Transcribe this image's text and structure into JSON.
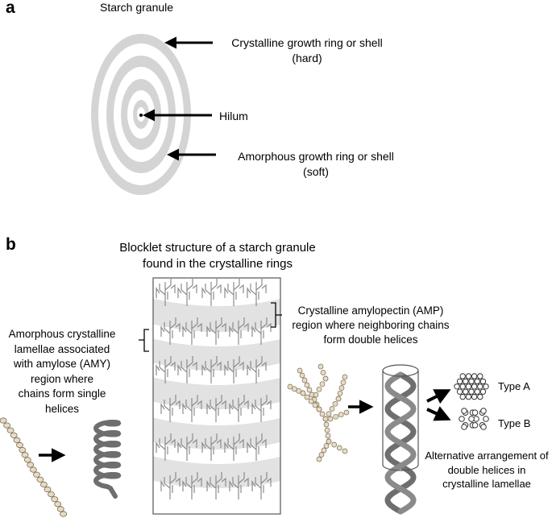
{
  "panel_a": {
    "letter": "a",
    "title": "Starch granule",
    "labels": {
      "crystalline_ring": [
        "Crystalline growth ring or shell",
        "(hard)"
      ],
      "hilum": "Hilum",
      "amorphous_ring": [
        "Amorphous growth ring or shell",
        "(soft)"
      ]
    }
  },
  "panel_b": {
    "letter": "b",
    "title": [
      "Blocklet structure of a starch granule",
      "found in the crystalline rings"
    ],
    "amp_label": [
      "Crystalline amylopectin (AMP)",
      "region where neighboring chains",
      "form double helices"
    ],
    "amy_label": [
      "Amorphous crystalline",
      "lamellae associated",
      "with amylose (AMY)",
      "region where",
      "chains form single",
      "helices"
    ],
    "type_a": "Type A",
    "type_b": "Type B",
    "arrangement_label": [
      "Alternative arrangement of",
      "double helices in",
      "crystalline lamellae"
    ]
  },
  "colors": {
    "ring": "#d4d4d4",
    "band": "#e2e2e2",
    "bead": "#e6dcc6",
    "helix": "#6e6e6e",
    "arrow": "#000000"
  }
}
